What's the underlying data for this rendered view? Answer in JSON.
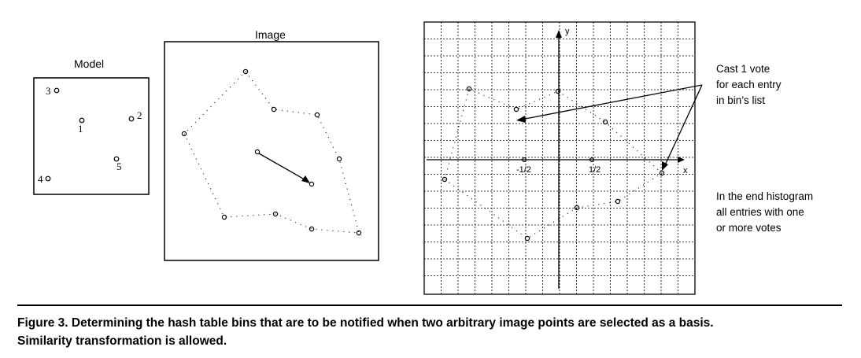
{
  "model": {
    "title": "Model",
    "point_labels": [
      "1",
      "2",
      "3",
      "4",
      "5"
    ]
  },
  "image": {
    "title": "Image"
  },
  "hash_grid": {
    "y_label": "y",
    "x_label": "x",
    "tick_neg_half": "-1/2",
    "tick_pos_half": "1/2"
  },
  "notes": {
    "vote_lines": [
      "Cast 1 vote",
      "for each entry",
      "in bin’s list"
    ],
    "end_lines": [
      "In the end histogram",
      "all entries with one",
      "or more votes"
    ]
  },
  "caption": {
    "line1": "Figure 3. Determining the hash table bins that are to be notified when two arbitrary image points are selected as a basis.",
    "line2": "Similarity transformation is allowed."
  }
}
